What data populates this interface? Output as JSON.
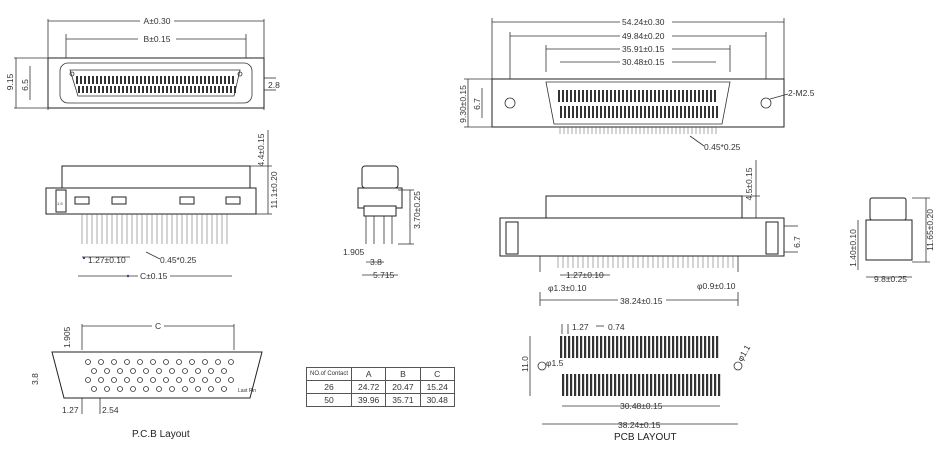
{
  "left_top": {
    "dim_a": "A±0.30",
    "dim_b": "B±0.15",
    "dim_h1": "9.15",
    "dim_h2": "6.5",
    "dim_side": "2.8"
  },
  "left_side": {
    "dim_height": "11.1±0.20",
    "dim_top": "4.4±0.15",
    "dim_pitch": "1.27±0.10",
    "dim_pin": "0.45*0.25",
    "dim_c": "C±0.15"
  },
  "left_end": {
    "dim_v": "3.70±0.25",
    "dim_a": "1.905",
    "dim_b": "3.8",
    "dim_c": "5.715"
  },
  "left_pcb": {
    "dim_c": "C",
    "dim_v1": "1.905",
    "dim_v2": "3.8",
    "dim_h1": "1.27",
    "dim_h2": "2.54",
    "pin1_label": "Last Pin",
    "caption": "P.C.B  Layout"
  },
  "table": {
    "headers": [
      "NO.of Contact",
      "A",
      "B",
      "C"
    ],
    "rows": [
      [
        "26",
        "24.72",
        "20.47",
        "15.24"
      ],
      [
        "50",
        "39.96",
        "35.71",
        "30.48"
      ]
    ]
  },
  "right_top": {
    "dim1": "54.24±0.30",
    "dim2": "49.84±0.20",
    "dim3": "35.91±0.15",
    "dim4": "30.48±0.15",
    "dim_h1": "9.30±0.15",
    "dim_h2": "6.7",
    "dim_hole": "2-M2.5",
    "dim_pin": "0.45*0.25"
  },
  "right_side": {
    "dim_top": "4.5±0.15",
    "dim_h": "6.7",
    "dim_pitch": "1.27±0.10",
    "dim_d1": "φ1.3±0.10",
    "dim_d2": "φ0.9±0.10",
    "dim_len": "38.24±0.15"
  },
  "right_end": {
    "dim_v1": "11.65±0.20",
    "dim_v2": "1.40±0.10",
    "dim_w": "9.8±0.25"
  },
  "right_pcb": {
    "dim_p1": "1.27",
    "dim_p2": "0.74",
    "dim_v": "11.0",
    "dim_d1": "φ1.5",
    "dim_d2": "φ1.1",
    "dim_l1": "30.48±0.15",
    "dim_l2": "38.24±0.15",
    "caption": "PCB LAYOUT"
  }
}
